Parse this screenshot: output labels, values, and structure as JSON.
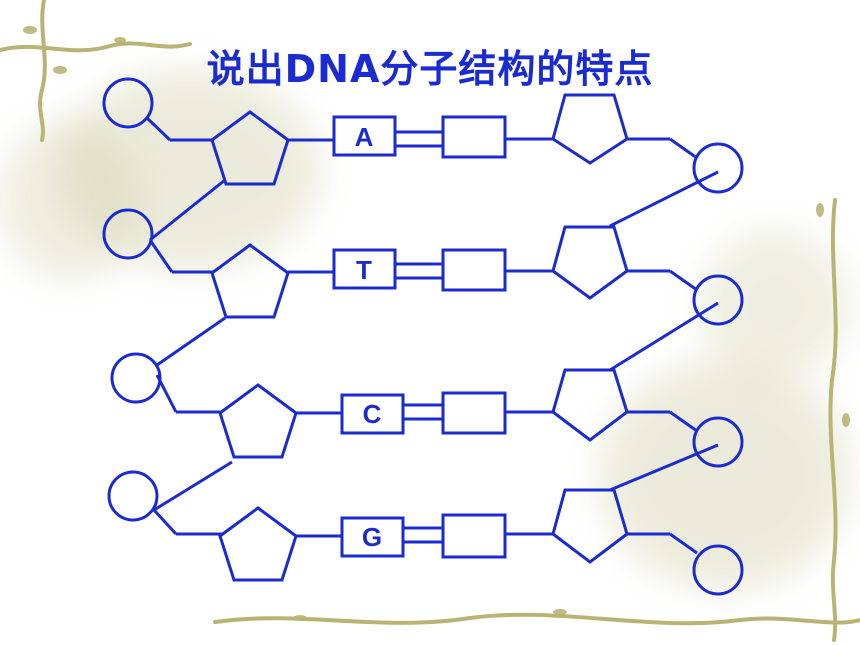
{
  "title": "说出DNA分子结构的特点",
  "colors": {
    "stroke": "#1a2bd0",
    "text": "#1a2bd0",
    "vine": "#b9b474"
  },
  "base_pairs": [
    {
      "left_base": "A",
      "right_base": ""
    },
    {
      "left_base": "T",
      "right_base": ""
    },
    {
      "left_base": "C",
      "right_base": ""
    },
    {
      "left_base": "G",
      "right_base": ""
    }
  ]
}
